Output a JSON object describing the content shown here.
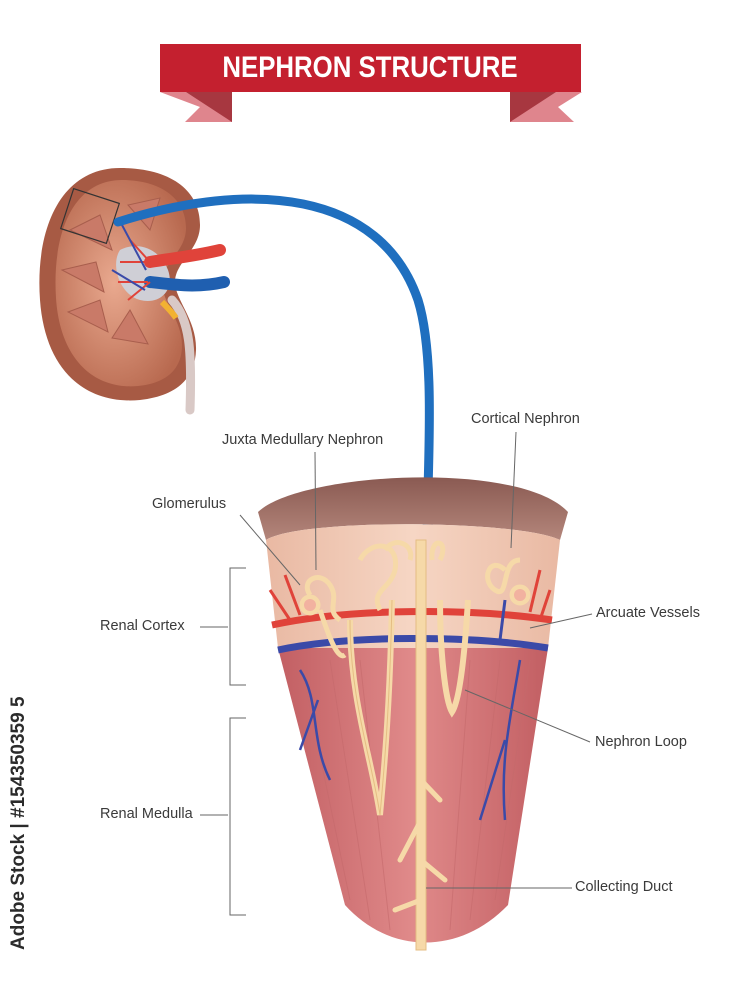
{
  "title": "NEPHRON STRUCTURE",
  "labels": {
    "juxta_medullary": "Juxta Medullary Nephron",
    "cortical": "Cortical Nephron",
    "glomerulus": "Glomerulus",
    "renal_cortex": "Renal Cortex",
    "arcuate_vessels": "Arcuate Vessels",
    "nephron_loop": "Nephron Loop",
    "renal_medulla": "Renal Medulla",
    "collecting_duct": "Collecting Duct"
  },
  "watermark": "Adobe Stock | #154350359 5",
  "colors": {
    "banner": "#c4202f",
    "banner_dark": "#8e1620",
    "arrow": "#1f6fbf",
    "artery": "#e0433a",
    "vein": "#3b4aa8",
    "medulla": "#d9787a",
    "cortex": "#f0c9b5",
    "capsule": "#8a5d56",
    "tubule": "#f6d9a8"
  }
}
